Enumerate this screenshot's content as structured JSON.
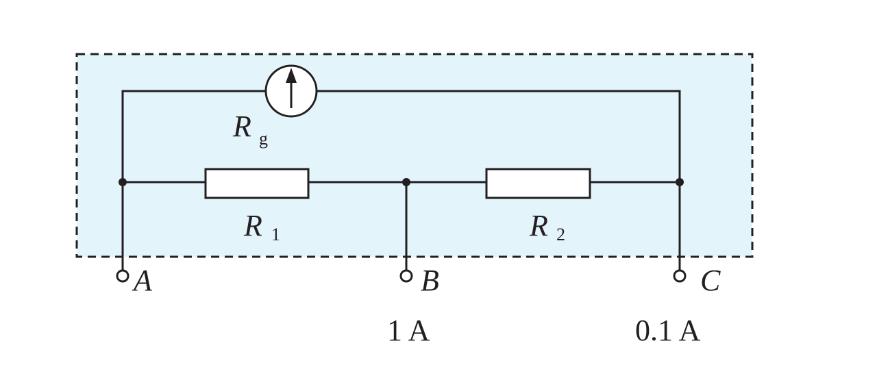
{
  "diagram": {
    "title": "Ammeter circuit with galvanometer and shunt resistors",
    "colors": {
      "box_fill": "#e3f4fb",
      "line": "#231f20",
      "component_fill": "#ffffff"
    },
    "galvanometer": {
      "symbol": "up-arrow",
      "label_main": "R",
      "label_sub": "g"
    },
    "resistors": [
      {
        "label_main": "R",
        "label_sub": "1"
      },
      {
        "label_main": "R",
        "label_sub": "2"
      }
    ],
    "terminals": [
      {
        "label": "A",
        "range": ""
      },
      {
        "label": "B",
        "range": "1 A"
      },
      {
        "label": "C",
        "range": "0.1 A"
      }
    ]
  }
}
